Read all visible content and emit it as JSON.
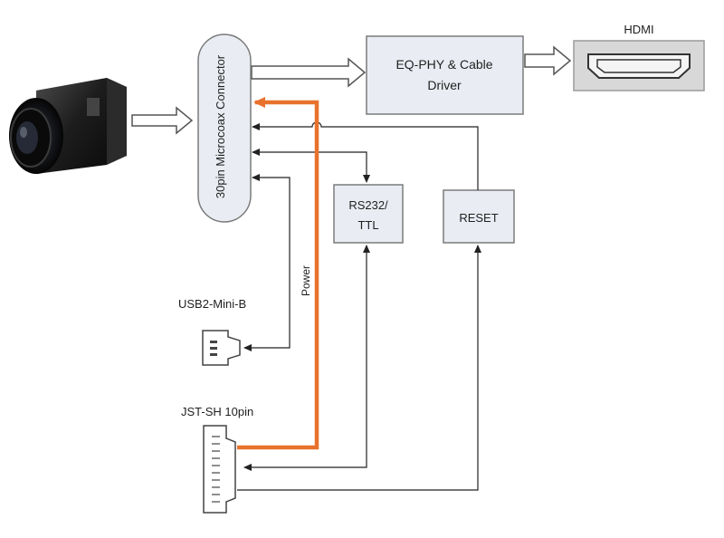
{
  "blocks": {
    "connector": "30pin Microcoax Connector",
    "eqphy_line1": "EQ-PHY & Cable",
    "eqphy_line2": "Driver",
    "hdmi": "HDMI",
    "rs232_line1": "RS232/",
    "rs232_line2": "TTL",
    "reset": "RESET",
    "usb": "USB2-Mini-B",
    "jst": "JST-SH 10pin"
  },
  "signals": {
    "power": "Power"
  },
  "colors": {
    "block_fill": "#e9edf3",
    "block_stroke": "#7b7b7b",
    "line": "#222222",
    "power": "#e8722c",
    "hdmi_fill": "#d8d8d8"
  },
  "icons": {
    "camera": "camera-module-image",
    "hdmi": "hdmi-port-icon",
    "usb": "usb-mini-b-connector-icon",
    "jst": "jst-connector-icon"
  }
}
